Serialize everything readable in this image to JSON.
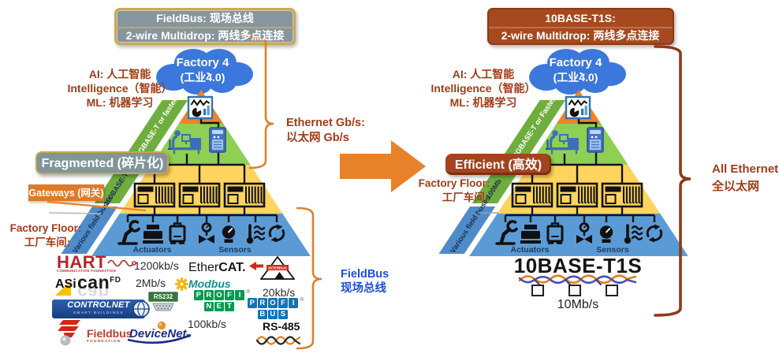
{
  "left": {
    "top_box": {
      "line1": "FieldBus: 现场总线",
      "line2": "2-wire Multidrop:  两线多点连接"
    },
    "cloud": {
      "line1": "Factory 4",
      "line2": "(工业4.0)"
    },
    "ai_label": {
      "line1": "AI:  人工智能",
      "line2": "Intelligence（智能）",
      "line3": "ML:  机器学习"
    },
    "ethernet_label": {
      "line1": "Ethernet Gb/s:",
      "line2": "以太网 Gb/s"
    },
    "state_box": "Fragmented (碎片化)",
    "gateways_box": "Gateways (网关)",
    "factory_floor": {
      "line1": "Factory  Floor:",
      "line2": "工厂车间:"
    },
    "fieldbus_label": {
      "line1": "FieldBus",
      "line2": "现场总线"
    },
    "banner": {
      "top": "10GBASE-T  or faster",
      "mid": "100BASE-T",
      "bottom": "Various field buses"
    },
    "actuators": "Actuators",
    "sensors": "Sensors"
  },
  "right": {
    "top_box": {
      "line1": "10BASE-T1S:",
      "line2": "2-wire Multidrop:  两线多点连接"
    },
    "cloud": {
      "line1": "Factory 4",
      "line2": "(工业4.0)"
    },
    "ai_label": {
      "line1": "AI:  人工智能",
      "line2": "Intelligence（智能）",
      "line3": "ML:  机器学习"
    },
    "state_box": "Efficient (高效)",
    "factory_floor": {
      "line1": "Factory  Floor:",
      "line2": "工厂车间:"
    },
    "all_ethernet_label": {
      "line1": "All Ethernet",
      "line2": "全以太网"
    },
    "banner": {
      "top": "10GBASE-T  or Faster",
      "mid": "100Mb",
      "bottom": "Various field buses"
    },
    "actuators": "Actuators",
    "sensors": "Sensors",
    "bottom": {
      "title": "10BASE-T1S",
      "speed": "10Mb/s"
    }
  },
  "logos": {
    "hart": {
      "name": "HART",
      "sub": "COMMUNICATION FOUNDATION"
    },
    "speed_1200": "1200kb/s",
    "ethercat": {
      "pre": "Ether",
      "post": "CAT."
    },
    "interbus": "INTERBUS",
    "asi": "ASi",
    "canfd": {
      "name": "can",
      "sup": "FD"
    },
    "speed_2m": "2Mb/s",
    "modbus": "Modbus",
    "speed_20k": "20kb/s",
    "controlnet": {
      "name": "CONTROLNET",
      "sub": "SMART BUILDINGS"
    },
    "rs232": "RS232",
    "profinet": {
      "row1": "PROFI",
      "row2": "NET"
    },
    "profibus": {
      "row1": "PROFI",
      "row2": "BUS"
    },
    "fieldbus_foundation": {
      "name": "Fieldbus",
      "sub": "FOUNDATION"
    },
    "devicenet": "DeviceNet",
    "speed_100k": "100kb/s",
    "rs485": "RS-485"
  },
  "colors": {
    "layer_top": "#f08228",
    "layer_enterprise": "#8ed054",
    "layer_control": "#ffd45e",
    "layer_field": "#5b9bd5",
    "banner_green": "#6fae3e",
    "banner_blue": "#4f8bc9",
    "cloud_blue": "#3c78dc",
    "arrow_orange": "#e8822a",
    "brace_orange": "#db8230",
    "brace_dark_red": "#8c3a1c",
    "accent_red": "#a03c1a",
    "accent_blue": "#1f4fd8",
    "line_black": "#141414"
  }
}
